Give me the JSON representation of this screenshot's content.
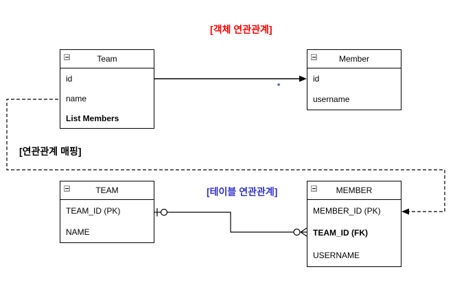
{
  "titles": {
    "object_relation": "[객체 연관관계]",
    "mapping": "[연관관계 매핑]",
    "table_relation": "[테이블 연관관계]"
  },
  "colors": {
    "object_relation_title": "#FF0000",
    "mapping_title": "#000000",
    "table_relation_title": "#3333CC",
    "multiplicity": "#33507E",
    "line": "#000000",
    "background": "#FFFFFF"
  },
  "edges": {
    "class_association_multiplicity": "*"
  },
  "icons": {
    "collapse": "collapse-minus-icon"
  },
  "entities": {
    "team_class": {
      "title": "Team",
      "fields": [
        {
          "label": "id"
        },
        {
          "label": "name"
        },
        {
          "label": "List Members"
        }
      ]
    },
    "member_class": {
      "title": "Member",
      "fields": [
        {
          "label": "id"
        },
        {
          "label": "username"
        }
      ]
    },
    "team_table": {
      "title": "TEAM",
      "fields": [
        {
          "label": "TEAM_ID (PK)"
        },
        {
          "label": "NAME"
        }
      ]
    },
    "member_table": {
      "title": "MEMBER",
      "fields": [
        {
          "label": "MEMBER_ID (PK)"
        },
        {
          "label": "TEAM_ID (FK)"
        },
        {
          "label": "USERNAME"
        }
      ]
    }
  }
}
